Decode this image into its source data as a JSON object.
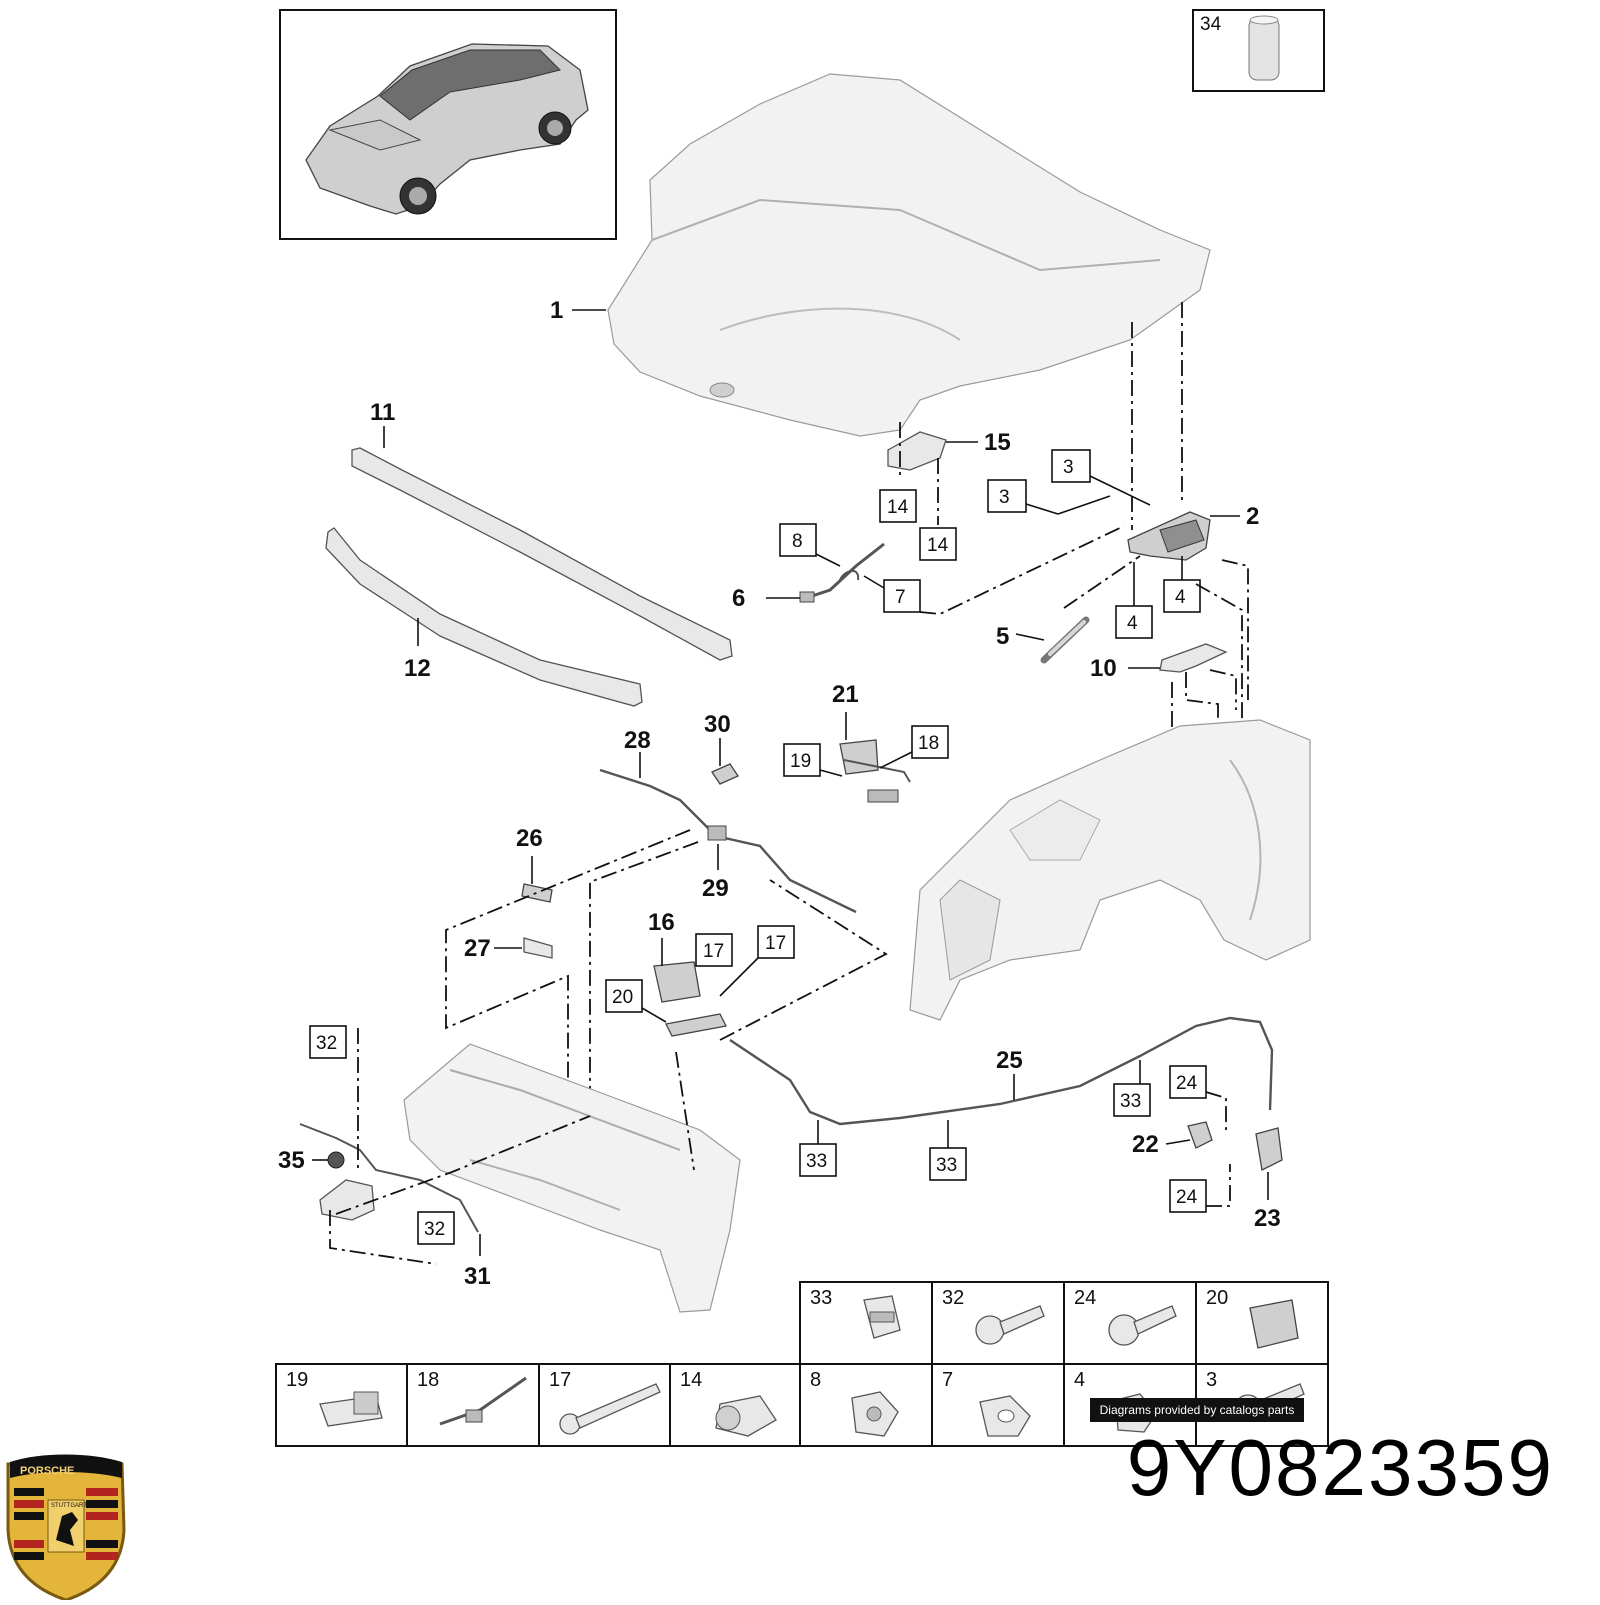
{
  "part_number": "9Y0823359",
  "credit_text": "Diagrams provided by catalogs parts",
  "logo": {
    "brand_text": "PORSCHE",
    "city_text": "STUTTGART",
    "colors": {
      "gold": "#e3b53a",
      "red": "#b3241f",
      "black": "#111111"
    }
  },
  "callouts": [
    "1",
    "2",
    "5",
    "6",
    "10",
    "11",
    "12",
    "15",
    "16",
    "21",
    "22",
    "23",
    "25",
    "26",
    "27",
    "28",
    "29",
    "30",
    "31",
    "35"
  ],
  "boxed_labels": [
    "3",
    "3",
    "4",
    "4",
    "7",
    "8",
    "14",
    "14",
    "17",
    "17",
    "18",
    "19",
    "20",
    "24",
    "24",
    "32",
    "32",
    "33",
    "33",
    "33",
    "34"
  ],
  "hardware_table": {
    "row_top": [
      "33",
      "32",
      "24",
      "20"
    ],
    "row_bottom": [
      "19",
      "18",
      "17",
      "14",
      "8",
      "7",
      "4",
      "3"
    ]
  }
}
